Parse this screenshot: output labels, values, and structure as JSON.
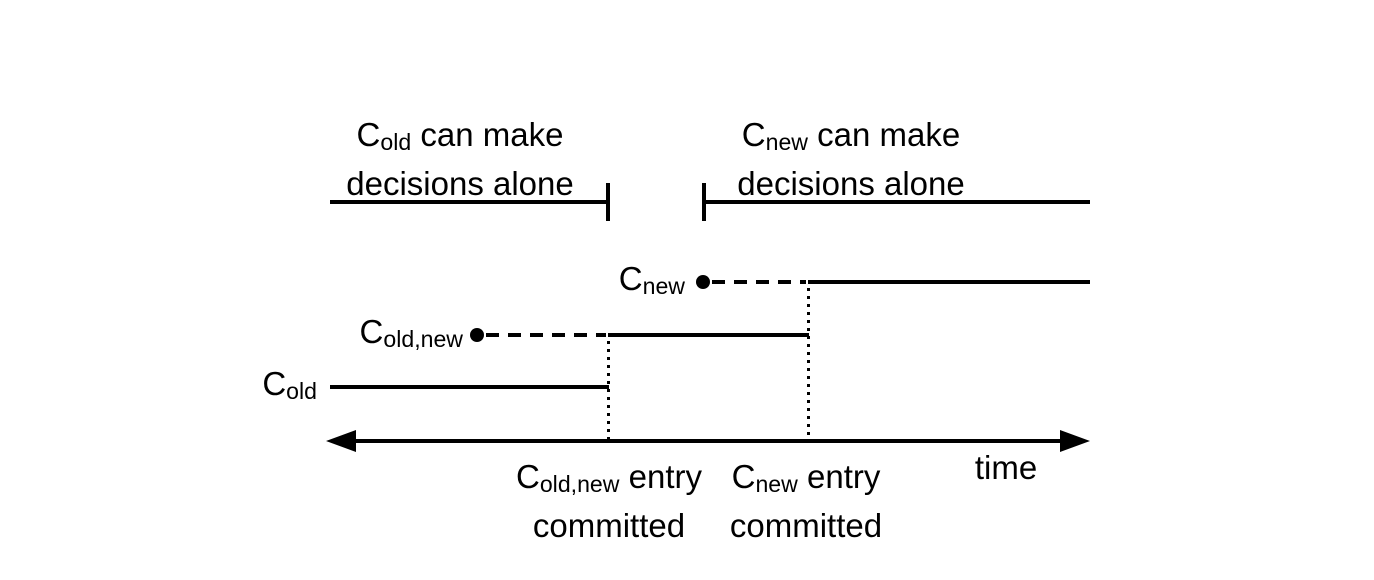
{
  "colors": {
    "ink": "#000000",
    "background": "#ffffff"
  },
  "notes": {
    "old": {
      "c": "C",
      "sub": "old",
      "rest": " can make",
      "line2": "decisions alone"
    },
    "new": {
      "c": "C",
      "sub": "new",
      "rest": " can make",
      "line2": "decisions alone"
    }
  },
  "rows": {
    "cnew": {
      "c": "C",
      "sub": "new"
    },
    "coldnew": {
      "c": "C",
      "sub": "old,new"
    },
    "cold": {
      "c": "C",
      "sub": "old"
    }
  },
  "captions": {
    "coldnew_committed": {
      "c": "C",
      "sub": "old,new",
      "rest": " entry",
      "line2": "committed"
    },
    "cnew_committed": {
      "c": "C",
      "sub": "new",
      "rest": " entry",
      "line2": "committed"
    },
    "time": "time"
  }
}
